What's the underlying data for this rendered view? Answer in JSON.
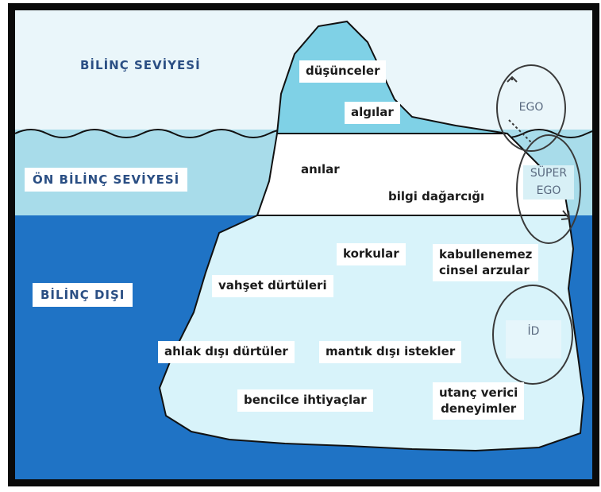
{
  "levels": {
    "conscious": "BİLİNÇ SEVİYESİ",
    "preconscious": "ÖN BİLİNÇ SEVİYESİ",
    "unconscious": "BİLİNÇ DIŞI"
  },
  "tip_items": {
    "thoughts": "düşünceler",
    "perceptions": "algılar"
  },
  "middle_items": {
    "memories": "anılar",
    "knowledge": "bilgi dağarcığı"
  },
  "base_items": {
    "fears": "korkular",
    "unacceptable_sexual_desires": [
      "kabullenemez",
      "cinsel arzular"
    ],
    "violent_urges": "vahşet dürtüleri",
    "immoral_urges": "ahlak dışı dürtüler",
    "irrational_wishes": "mantık dışı istekler",
    "selfish_needs": "bencilce ihtiyaçlar",
    "shameful_experiences": [
      "utanç verici",
      "deneyimler"
    ]
  },
  "structures": {
    "ego": "EGO",
    "superego": [
      "SÜPER",
      "EGO"
    ],
    "id": "İD"
  },
  "colors": {
    "frame": "#0a0a0a",
    "conscious_bg": "#eaf6fa",
    "preconscious_band": "#a8dcea",
    "unconscious_band": "#1f73c5",
    "iceberg_tip": "#7fd1e6",
    "iceberg_middle": "#ffffff",
    "iceberg_base": "#d8f3fa",
    "level_text": "#2b4f84"
  }
}
